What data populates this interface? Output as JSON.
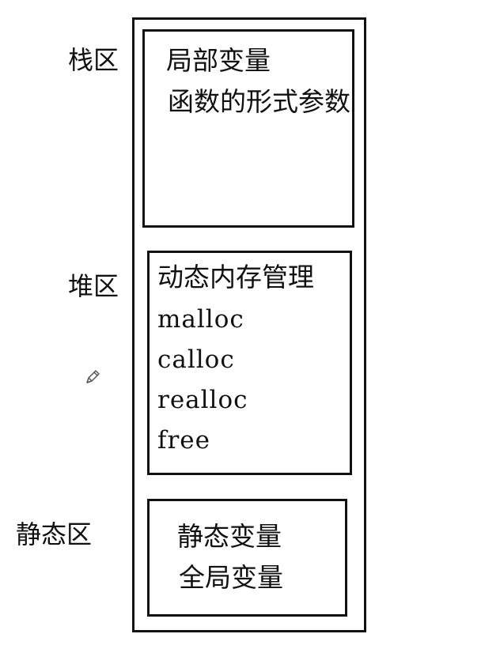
{
  "regions": {
    "stack": {
      "label": "栈区",
      "items": [
        "局部变量",
        "函数的形式参数"
      ]
    },
    "heap": {
      "label": "堆区",
      "items": [
        "动态内存管理",
        "malloc",
        "calloc",
        "realloc",
        "free"
      ]
    },
    "static": {
      "label": "静态区",
      "items": [
        "静态变量",
        "全局变量"
      ]
    }
  },
  "cursor": {
    "icon": "pencil-icon"
  },
  "colors": {
    "stroke": "#111111",
    "background": "#ffffff"
  }
}
